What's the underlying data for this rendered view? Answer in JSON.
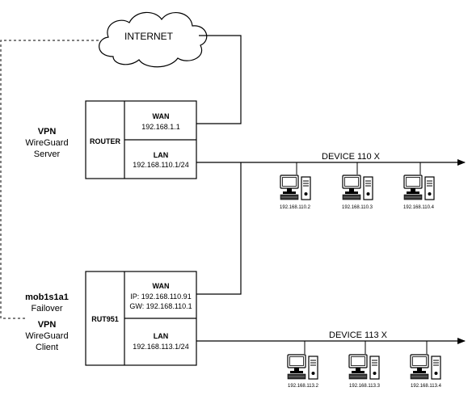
{
  "cloud": {
    "label": "INTERNET"
  },
  "vpn_server": {
    "line1": "VPN",
    "line2": "WireGuard",
    "line3": "Server"
  },
  "router": {
    "name": "ROUTER",
    "wan": {
      "title": "WAN",
      "ip": "192.168.1.1"
    },
    "lan": {
      "title": "LAN",
      "ip": "192.168.110.1/24"
    }
  },
  "rut": {
    "name": "RUT951",
    "wan": {
      "title": "WAN",
      "ip": "IP: 192.168.110.91",
      "gw": "GW: 192.168.110.1"
    },
    "lan": {
      "title": "LAN",
      "ip": "192.168.113.1/24"
    }
  },
  "client_labels": {
    "model": "mob1s1a1",
    "mode": "Failover",
    "vpn": "VPN",
    "wireguard": "WireGuard",
    "role": "Client"
  },
  "bus_110": {
    "label": "DEVICE 110 X",
    "devices": [
      "192.168.110.2",
      "192.168.110.3",
      "192.168.110.4"
    ]
  },
  "bus_113": {
    "label": "DEVICE 113 X",
    "devices": [
      "192.168.113.2",
      "192.168.113.3",
      "192.168.113.4"
    ]
  },
  "icons": {
    "computer": "desktop-computer-icon",
    "cloud": "cloud-icon"
  }
}
